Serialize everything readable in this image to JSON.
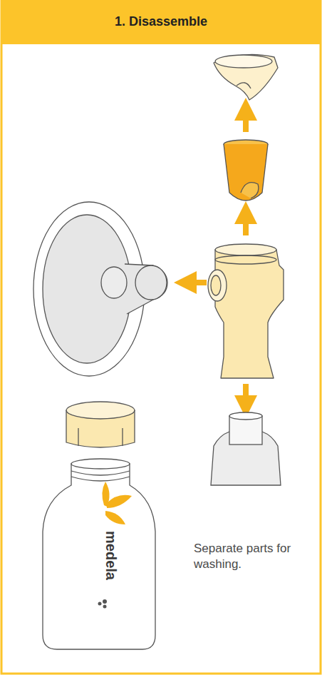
{
  "diagram": {
    "title": "1. Disassemble",
    "labels": [
      "medela",
      "Separate parts for washing."
    ]
  }
}
